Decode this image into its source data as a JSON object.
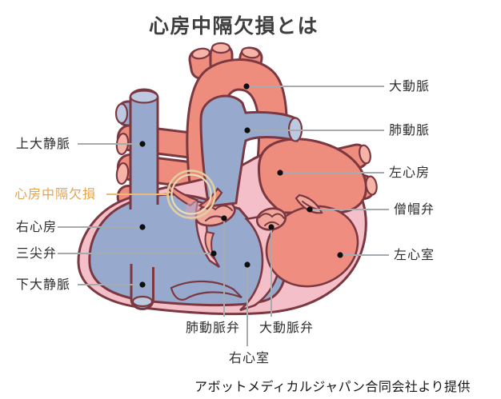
{
  "title": "心房中隔欠損とは",
  "credit": "アボットメディカルジャパン合同会社より提供",
  "accent_color": "#e5a44f",
  "palette": {
    "artery_salmon": "#ee8c7e",
    "vein_blue": "#97aace",
    "myocardium_pink": "#f5bfca",
    "outline_maroon": "#7c3840",
    "highlight_ring_cream": "#e2cfa0",
    "leader_line_gray": "#a6abb0",
    "leader_line_orange": "#ebba74"
  },
  "labels": [
    {
      "id": "superior-vena-cava",
      "text": "上大静脈",
      "side": "left"
    },
    {
      "id": "atrial-septal-defect",
      "text": "心房中隔欠損",
      "side": "left"
    },
    {
      "id": "right-atrium",
      "text": "右心房",
      "side": "left"
    },
    {
      "id": "tricuspid-valve",
      "text": "三尖弁",
      "side": "left"
    },
    {
      "id": "inferior-vena-cava",
      "text": "下大静脈",
      "side": "left"
    },
    {
      "id": "aorta",
      "text": "大動脈",
      "side": "right"
    },
    {
      "id": "pulmonary-artery",
      "text": "肺動脈",
      "side": "right"
    },
    {
      "id": "left-atrium",
      "text": "左心房",
      "side": "right"
    },
    {
      "id": "mitral-valve",
      "text": "僧帽弁",
      "side": "right"
    },
    {
      "id": "left-ventricle",
      "text": "左心室",
      "side": "right"
    },
    {
      "id": "pulmonary-valve",
      "text": "肺動脈弁",
      "side": "bottom"
    },
    {
      "id": "aortic-valve",
      "text": "大動脈弁",
      "side": "bottom"
    },
    {
      "id": "right-ventricle",
      "text": "右心室",
      "side": "bottom"
    }
  ]
}
